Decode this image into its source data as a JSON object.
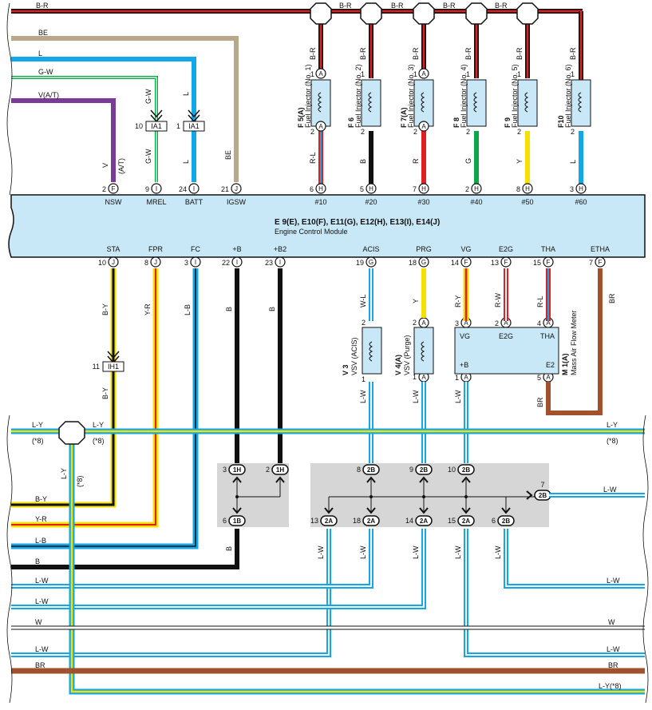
{
  "colors": {
    "B-R": "#e02020",
    "BE": "#b8a88c",
    "L": "#10a8e8",
    "G-W": "#0aa84a",
    "V": "#7a3a9a",
    "B": "#111111",
    "R": "#e02020",
    "G": "#0aa84a",
    "Y": "#f5e000",
    "L-Y": "#10a8e8",
    "L-W": "#10a8e8",
    "L-B": "#10a8e8",
    "B-Y": "#111111",
    "Y-R": "#f5e000",
    "W-L": "#10a8e8",
    "R-Y": "#e02020",
    "R-W": "#e02020",
    "R-L": "#e02020",
    "BR": "#a0522d",
    "W": "#ffffff",
    "ecm_fill": "#c9e8f7",
    "comp_fill": "#c9e8f7",
    "junction_fill": "#d6d6d6"
  },
  "ecm": {
    "connectors_line": "E 9(E), E10(F), E11(G), E12(H), E13(I), E14(J)",
    "name": "Engine Control Module",
    "top_terminals": [
      {
        "label": "NSW",
        "pin": "2",
        "conn": "F"
      },
      {
        "label": "MREL",
        "pin": "9",
        "conn": "I"
      },
      {
        "label": "BATT",
        "pin": "24",
        "conn": "I"
      },
      {
        "label": "IGSW",
        "pin": "21",
        "conn": "J"
      },
      {
        "label": "#10",
        "pin": "6",
        "conn": "H"
      },
      {
        "label": "#20",
        "pin": "5",
        "conn": "H"
      },
      {
        "label": "#30",
        "pin": "7",
        "conn": "H"
      },
      {
        "label": "#40",
        "pin": "2",
        "conn": "H"
      },
      {
        "label": "#50",
        "pin": "8",
        "conn": "H"
      },
      {
        "label": "#60",
        "pin": "3",
        "conn": "H"
      }
    ],
    "bottom_terminals": [
      {
        "label": "STA",
        "pin": "10",
        "conn": "J"
      },
      {
        "label": "FPR",
        "pin": "8",
        "conn": "J"
      },
      {
        "label": "FC",
        "pin": "3",
        "conn": "I"
      },
      {
        "label": "+B",
        "pin": "22",
        "conn": "I"
      },
      {
        "label": "+B2",
        "pin": "23",
        "conn": "I"
      },
      {
        "label": "ACIS",
        "pin": "19",
        "conn": "G"
      },
      {
        "label": "PRG",
        "pin": "18",
        "conn": "G"
      },
      {
        "label": "VG",
        "pin": "14",
        "conn": "F"
      },
      {
        "label": "E2G",
        "pin": "13",
        "conn": "F"
      },
      {
        "label": "THA",
        "pin": "15",
        "conn": "F"
      },
      {
        "label": "ETHA",
        "pin": "7",
        "conn": "F"
      }
    ]
  },
  "injectors": [
    {
      "code": "F 5(A)",
      "name": "Fuel Injector (No. 1)",
      "wire_top": "B-R",
      "wire_bottom": "R-L",
      "top_conn": "A",
      "bottom_conn": "A"
    },
    {
      "code": "F 6",
      "name": "Fuel Injector (No. 2)",
      "wire_top": "B-R",
      "wire_bottom": "B",
      "top_conn": "",
      "bottom_conn": ""
    },
    {
      "code": "F 7(A)",
      "name": "Fuel Injector (No. 3)",
      "wire_top": "B-R",
      "wire_bottom": "R",
      "top_conn": "A",
      "bottom_conn": "A"
    },
    {
      "code": "F 8",
      "name": "Fuel Injector (No. 4)",
      "wire_top": "B-R",
      "wire_bottom": "G",
      "top_conn": "",
      "bottom_conn": ""
    },
    {
      "code": "F 9",
      "name": "Fuel Injector (No. 5)",
      "wire_top": "B-R",
      "wire_bottom": "Y",
      "top_conn": "",
      "bottom_conn": ""
    },
    {
      "code": "F10",
      "name": "Fuel Injector (No. 6)",
      "wire_top": "B-R",
      "wire_bottom": "L",
      "top_conn": "",
      "bottom_conn": ""
    }
  ],
  "top_bus_label": "B-R",
  "left_wires": [
    {
      "label": "B-R"
    },
    {
      "label": "BE"
    },
    {
      "label": "L"
    },
    {
      "label": "G-W"
    },
    {
      "label": "V(A/T)"
    }
  ],
  "ia1_connectors": [
    {
      "pin": "10",
      "name": "IA1",
      "wire_top": "G-W",
      "wire_bottom": "G-W"
    },
    {
      "pin": "1",
      "name": "IA1",
      "wire_top": "L",
      "wire_bottom": "L"
    }
  ],
  "nsw_wire": {
    "label": "V",
    "sub": "(A/T)"
  },
  "igsw_wire": "BE",
  "ih1": {
    "pin": "11",
    "name": "IH1",
    "wire_top": "B-Y",
    "wire_bottom": "B-Y"
  },
  "sta_wire": "B-Y",
  "fpr_wire": "Y-R",
  "fc_wire": "L-B",
  "b_wire": "B",
  "b2_wire": "B",
  "vsv_acis": {
    "code": "V 3",
    "name": "VSV (ACIS)",
    "wire_top": "W-L",
    "wire_bottom": "L-W",
    "pin_top": "2",
    "pin_bottom": "1"
  },
  "vsv_purge": {
    "code": "V 4(A)",
    "name": "VSV (Purge)",
    "wire_top": "Y",
    "wire_bottom": "L-W",
    "pin_top": "2",
    "pin_bottom": "1",
    "conn": "A"
  },
  "maf": {
    "code": "M 1(A)",
    "name": "Mass Air Flow Meter",
    "pins": [
      {
        "label": "VG",
        "pin": "3"
      },
      {
        "label": "E2G",
        "pin": "2"
      },
      {
        "label": "THA",
        "pin": "4"
      },
      {
        "label": "+B",
        "pin": "1"
      },
      {
        "label": "E2",
        "pin": "5"
      }
    ],
    "wires": {
      "VG": "R-Y",
      "E2G": "R-W",
      "THA": "R-L",
      "ETHA": "BR",
      "+B": "L-W",
      "E2": "BR"
    }
  },
  "junction_1h": {
    "top": [
      {
        "pin": "3",
        "name": "1H"
      },
      {
        "pin": "2",
        "name": "1H"
      }
    ],
    "bottom": [
      {
        "pin": "6",
        "name": "1B"
      }
    ],
    "wire": "B"
  },
  "junction_2b": {
    "top": [
      {
        "pin": "8",
        "name": "2B"
      },
      {
        "pin": "9",
        "name": "2B"
      },
      {
        "pin": "10",
        "name": "2B"
      }
    ],
    "right": {
      "pin": "7",
      "name": "2B"
    },
    "bottom": [
      {
        "pin": "13",
        "name": "2A"
      },
      {
        "pin": "18",
        "name": "2A"
      },
      {
        "pin": "14",
        "name": "2A"
      },
      {
        "pin": "15",
        "name": "2A"
      },
      {
        "pin": "6",
        "name": "2B"
      }
    ],
    "bottom_wires": [
      "L-W",
      "L-W",
      "L-W",
      "L-W",
      "L-W"
    ]
  },
  "ly_bus": {
    "label": "L-Y",
    "note": "(*8)"
  },
  "ly_vertical": {
    "label": "L-Y",
    "note": "(*8)"
  },
  "bottom_wires": [
    {
      "label": "B-Y",
      "side": "left"
    },
    {
      "label": "Y-R",
      "side": "left"
    },
    {
      "label": "L-B",
      "side": "left"
    },
    {
      "label": "B",
      "side": "left"
    },
    {
      "label": "L-W",
      "side": "left"
    },
    {
      "label": "L-W",
      "side": "left"
    },
    {
      "label": "W",
      "side": "both"
    },
    {
      "label": "L-W",
      "side": "both"
    },
    {
      "label": "BR",
      "side": "both"
    },
    {
      "label": "L-Y(*8)",
      "side": "right"
    }
  ],
  "right_wires": [
    {
      "label": "L-W"
    },
    {
      "label": "L-W"
    }
  ]
}
